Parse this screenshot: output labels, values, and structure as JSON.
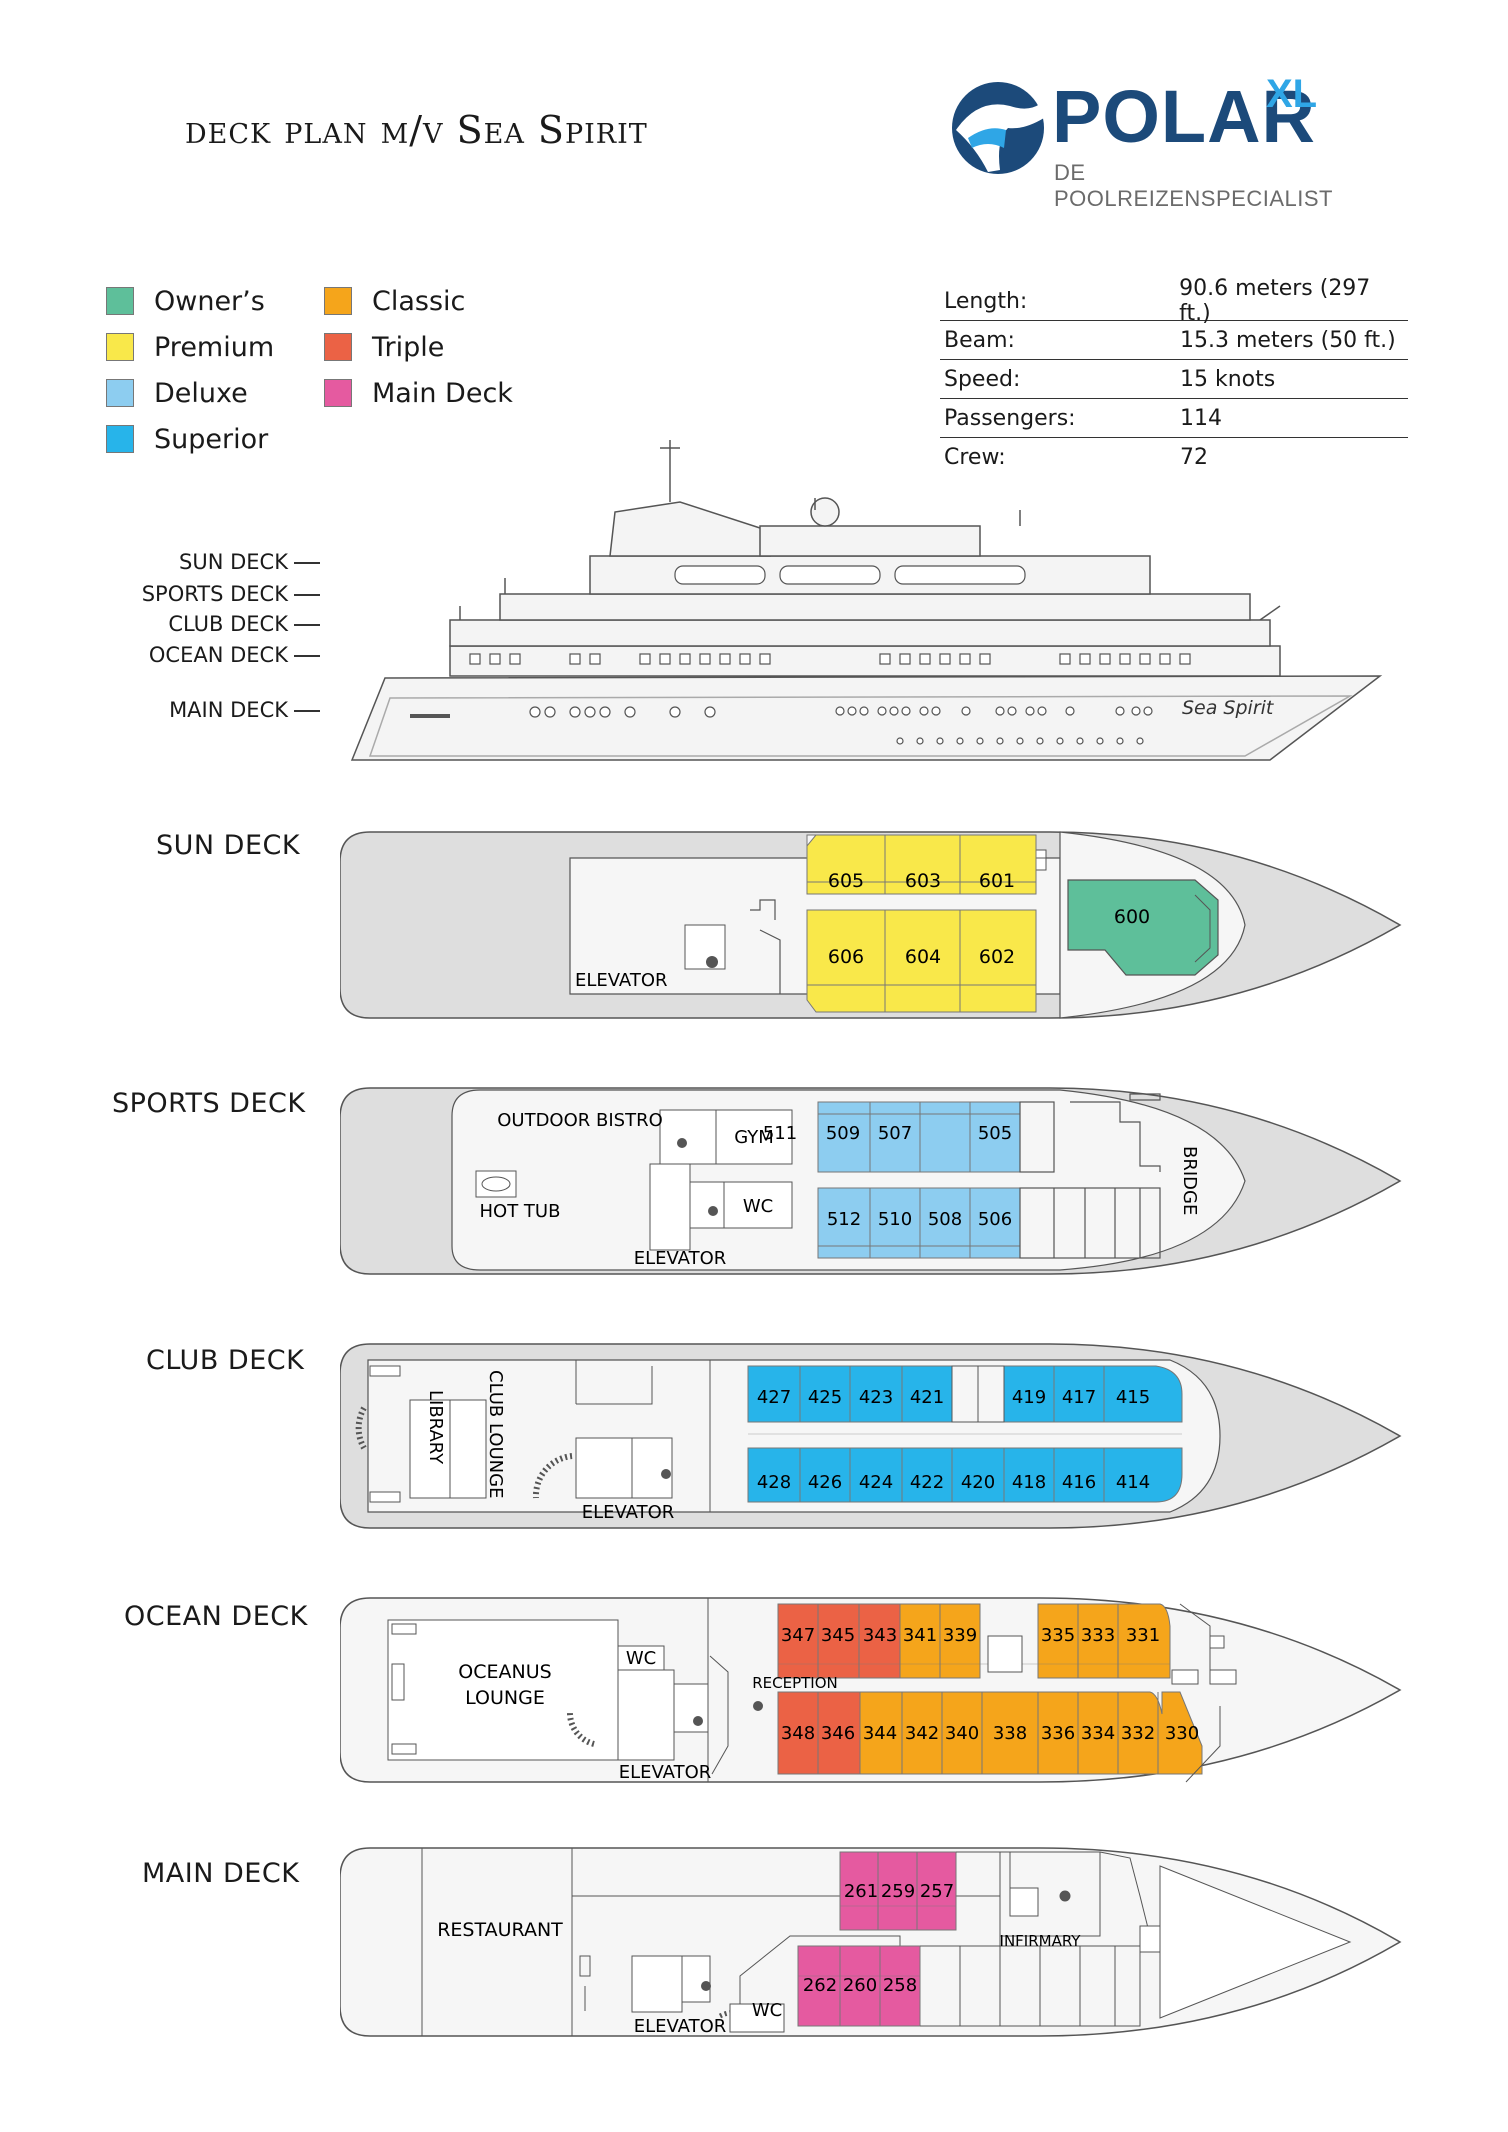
{
  "title": "deck plan m/v Sea Spirit",
  "logo": {
    "word": "POLAR",
    "suffix": "XL",
    "tagline": "DE POOLREIZENSPECIALIST"
  },
  "legend": [
    {
      "label": "Owner’s",
      "color": "#5ebf9a"
    },
    {
      "label": "Premium",
      "color": "#f9e84a"
    },
    {
      "label": "Deluxe",
      "color": "#8dcdf0"
    },
    {
      "label": "Superior",
      "color": "#27b4ea"
    },
    {
      "label": "Classic",
      "color": "#f5a51b"
    },
    {
      "label": "Triple",
      "color": "#eb6245"
    },
    {
      "label": "Main Deck",
      "color": "#e55aa0"
    }
  ],
  "specs": [
    {
      "label": "Length:",
      "value": "90.6 meters (297 ft.)"
    },
    {
      "label": "Beam:",
      "value": "15.3 meters (50 ft.)"
    },
    {
      "label": "Speed:",
      "value": "15 knots"
    },
    {
      "label": "Passengers:",
      "value": "114"
    },
    {
      "label": "Crew:",
      "value": "72"
    }
  ],
  "profile": {
    "ship_name": "Sea Spirit",
    "deck_labels": [
      "SUN DECK",
      "SPORTS DECK",
      "CLUB DECK",
      "OCEAN DECK",
      "MAIN DECK"
    ]
  },
  "decks": {
    "sun": {
      "name": "SUN DECK",
      "cabins_top": [
        "605",
        "603",
        "601"
      ],
      "cabins_bottom": [
        "606",
        "604",
        "602"
      ],
      "owners": "600",
      "labels": {
        "elevator": "ELEVATOR"
      }
    },
    "sports": {
      "name": "SPORTS DECK",
      "cabins_top": [
        "511",
        "509",
        "507",
        "505"
      ],
      "cabins_bottom": [
        "512",
        "510",
        "508",
        "506"
      ],
      "labels": {
        "outdoor_bistro": "OUTDOOR BISTRO",
        "gym": "GYM",
        "wc": "WC",
        "hot_tub": "HOT TUB",
        "elevator": "ELEVATOR",
        "bridge": "BRIDGE"
      }
    },
    "club": {
      "name": "CLUB DECK",
      "cabins_top_left": [
        "427",
        "425",
        "423",
        "421"
      ],
      "cabins_top_right": [
        "419",
        "417",
        "415"
      ],
      "cabins_bottom": [
        "428",
        "426",
        "424",
        "422",
        "420",
        "418",
        "416",
        "414"
      ],
      "labels": {
        "library": "LIBRARY",
        "club_lounge": "CLUB LOUNGE",
        "elevator": "ELEVATOR"
      }
    },
    "ocean": {
      "name": "OCEAN DECK",
      "cabins_top_triple": [
        "347",
        "345",
        "343"
      ],
      "cabins_top_classic_a": [
        "341",
        "339"
      ],
      "cabins_top_classic_b": [
        "335",
        "333",
        "331"
      ],
      "cabins_bottom_triple": [
        "348",
        "346",
        "344"
      ],
      "cabins_bottom_classic": [
        "342",
        "340",
        "338",
        "336",
        "334",
        "332",
        "330"
      ],
      "labels": {
        "oceanus_1": "OCEANUS",
        "oceanus_2": "LOUNGE",
        "wc": "WC",
        "reception": "RECEPTION",
        "elevator": "ELEVATOR"
      }
    },
    "main": {
      "name": "MAIN DECK",
      "cabins_top": [
        "261",
        "259",
        "257"
      ],
      "cabins_bottom": [
        "262",
        "260",
        "258"
      ],
      "labels": {
        "restaurant": "RESTAURANT",
        "infirmary": "INFIRMARY",
        "elevator": "ELEVATOR",
        "wc": "WC"
      }
    }
  }
}
